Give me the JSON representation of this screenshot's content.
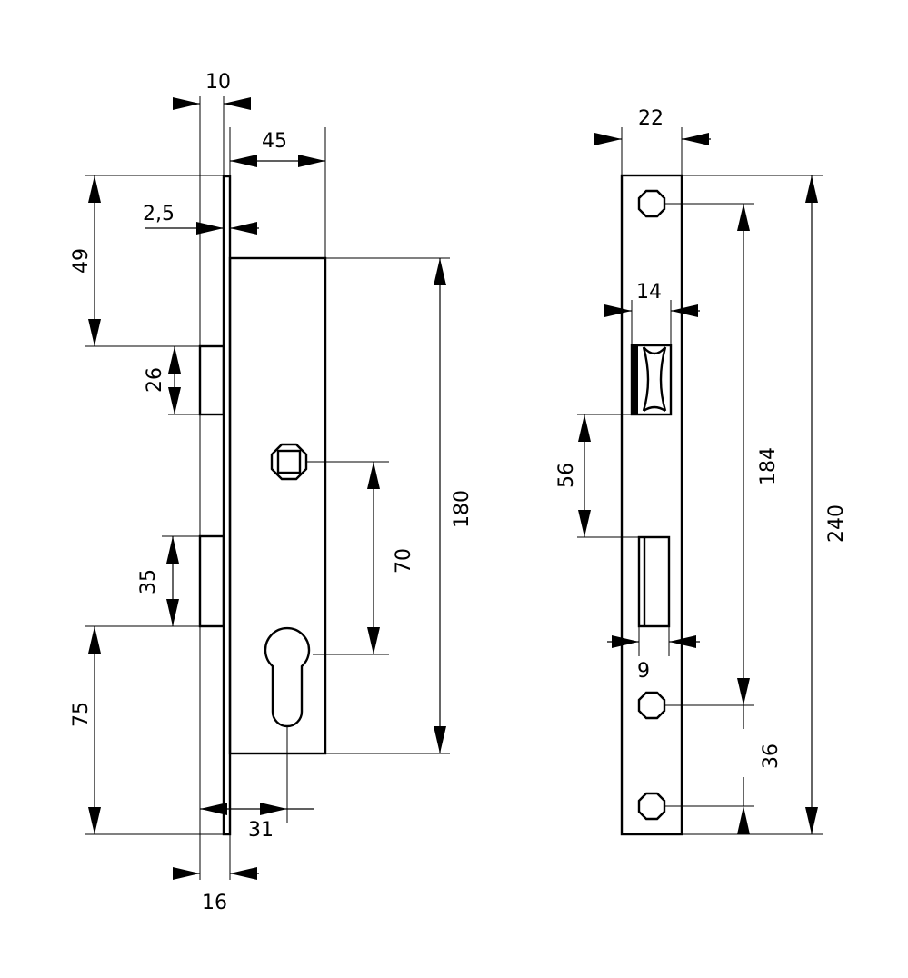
{
  "colors": {
    "line": "#000000",
    "background": "#ffffff"
  },
  "dimensions": {
    "flange_thickness": "10",
    "backset": "45",
    "faceplate_thickness": "2,5",
    "top_to_latch": "49",
    "latch_height": "26",
    "case_height": "180",
    "handle_to_cylinder": "70",
    "bolt_height": "35",
    "bolt_to_bottom": "75",
    "cylinder_offset": "31",
    "overall_depth": "16",
    "strike_width": "22",
    "latch_opening_width": "14",
    "opening_spacing": "56",
    "screw_spacing": "184",
    "strike_length": "240",
    "bolt_opening_width": "9",
    "screw_to_screw": "36"
  }
}
